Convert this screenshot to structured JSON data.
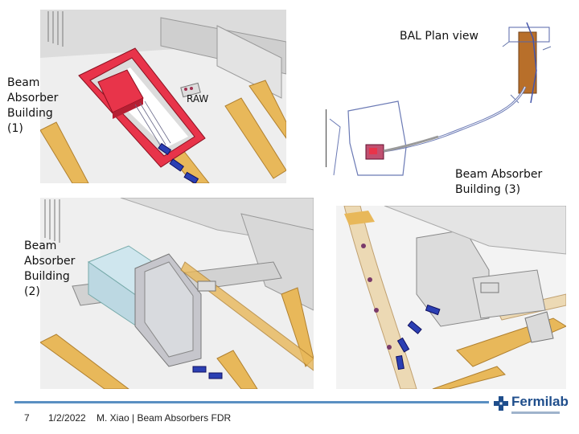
{
  "slide": {
    "plan_view_title": "BAL Plan view",
    "raw_label": "RAW",
    "label_building_1": [
      "Beam",
      "Absorber",
      "Building",
      "(1)"
    ],
    "label_building_2": [
      "Beam",
      "Absorber",
      "Building",
      "(2)"
    ],
    "label_building_3": [
      "Beam Absorber",
      "Building (3)"
    ]
  },
  "footer": {
    "page_number": "7",
    "date": "1/2/2022",
    "credit": "M. Xiao | Beam Absorbers FDR",
    "logo_text": "Fermilab"
  },
  "colors": {
    "footer_line": "#5a8fc2",
    "logo_blue": "#1f4e8c",
    "beam_red": "#e8344a",
    "girder_yellow": "#e8b85a",
    "magnet_blue": "#2b3fb3"
  }
}
